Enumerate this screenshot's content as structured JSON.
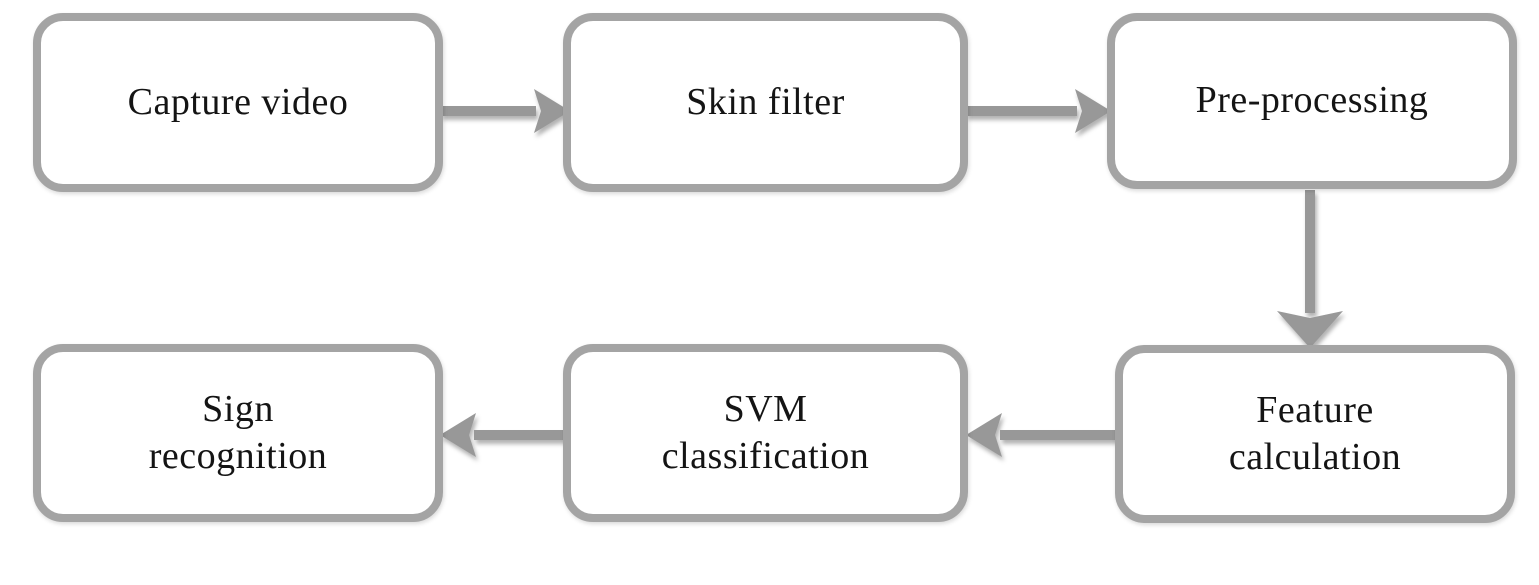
{
  "diagram": {
    "type": "flowchart",
    "description": "Sign recognition processing pipeline flowchart",
    "colors": {
      "box_border": "#a4a4a4",
      "box_fill": "#ffffff",
      "arrow": "#989898",
      "text": "#141414",
      "background": "#ffffff"
    },
    "nodes": [
      {
        "id": "capture-video",
        "lines": [
          "Capture video"
        ]
      },
      {
        "id": "skin-filter",
        "lines": [
          "Skin filter"
        ]
      },
      {
        "id": "pre-processing",
        "lines": [
          "Pre-processing"
        ]
      },
      {
        "id": "feature-calculation",
        "lines": [
          "Feature",
          "calculation"
        ]
      },
      {
        "id": "svm-classification",
        "lines": [
          "SVM",
          "classification"
        ]
      },
      {
        "id": "sign-recognition",
        "lines": [
          "Sign",
          "recognition"
        ]
      }
    ],
    "edges": [
      {
        "from": "capture-video",
        "to": "skin-filter",
        "direction": "right"
      },
      {
        "from": "skin-filter",
        "to": "pre-processing",
        "direction": "right"
      },
      {
        "from": "pre-processing",
        "to": "feature-calculation",
        "direction": "down"
      },
      {
        "from": "feature-calculation",
        "to": "svm-classification",
        "direction": "left"
      },
      {
        "from": "svm-classification",
        "to": "sign-recognition",
        "direction": "left"
      }
    ]
  }
}
